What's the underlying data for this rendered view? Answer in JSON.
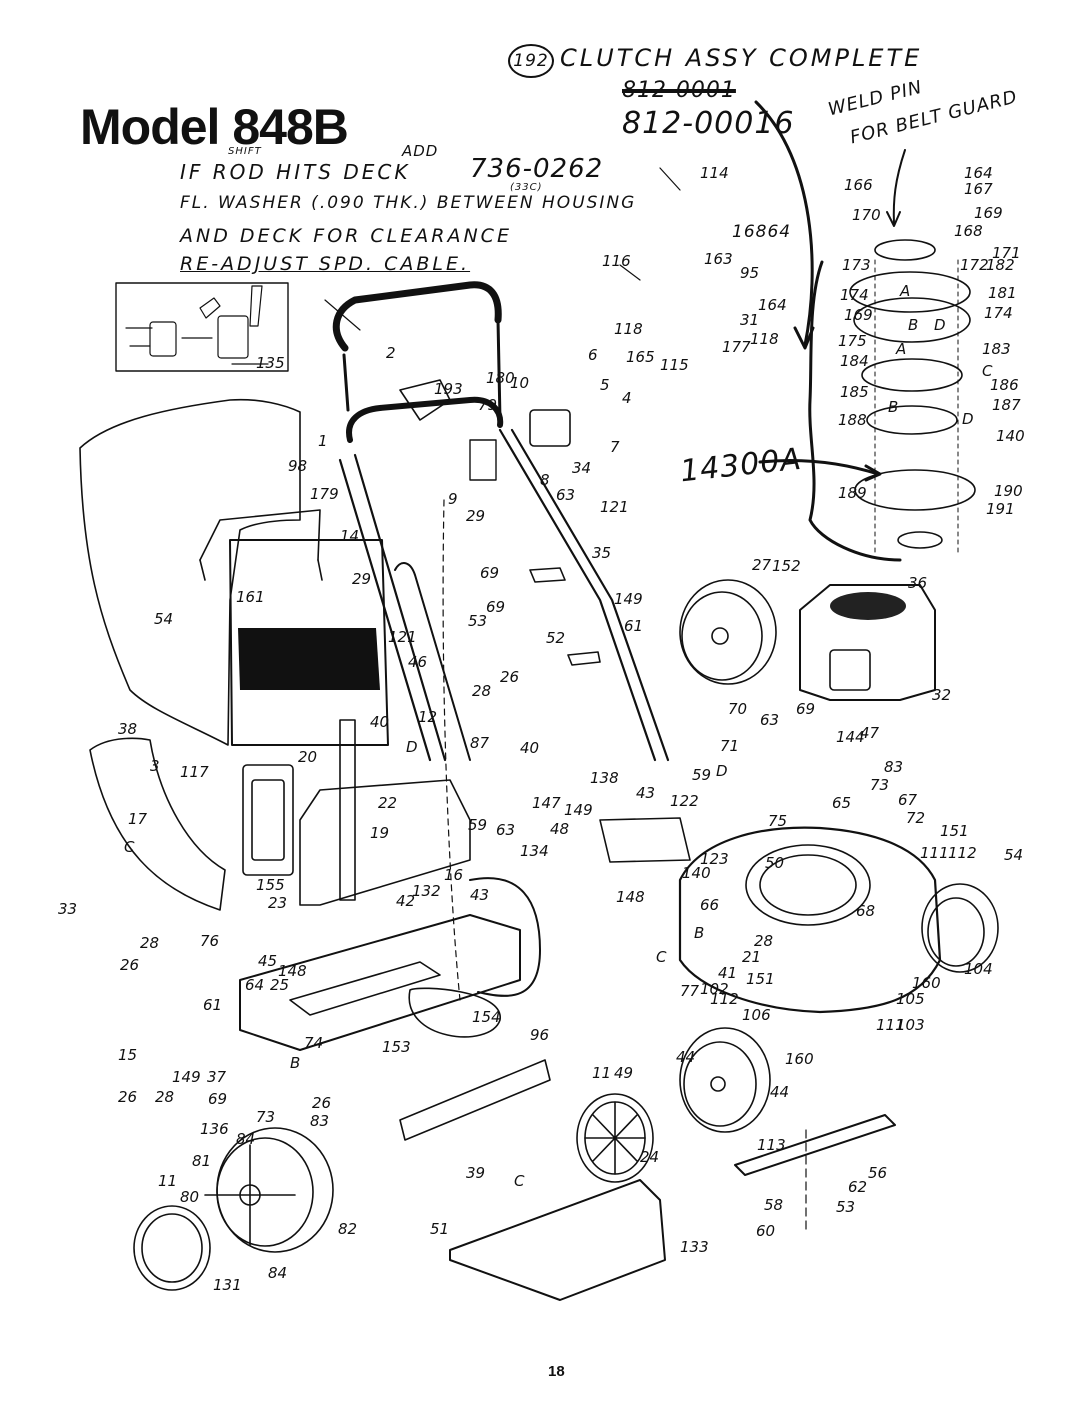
{
  "page": {
    "model_title": "Model 848B",
    "page_number": "18"
  },
  "notes": {
    "clutch_ref": "192",
    "clutch_title": "CLUTCH ASSY COMPLETE",
    "struck_part": "812-0001",
    "new_part": "812-00016",
    "weld_pin": "WELD PIN",
    "for_belt_guard": "FOR BELT GUARD",
    "shift": "SHIFT",
    "add": "ADD",
    "line1": "IF ROD HITS DECK",
    "line1_part": "736-0262",
    "line2": "FL. WASHER (.090 THK.) BETWEEN HOUSING",
    "line2_sup": "(33C)",
    "line3": "AND DECK FOR CLEARANCE",
    "line4": "RE-ADJUST SPD. CABLE.",
    "part_14300A": "14300A",
    "part_16864": "16864"
  },
  "part_labels": [
    {
      "id": "p1",
      "text": "1"
    },
    {
      "id": "p2",
      "text": "2"
    },
    {
      "id": "p3",
      "text": "3"
    },
    {
      "id": "p4",
      "text": "4"
    },
    {
      "id": "p5",
      "text": "5"
    },
    {
      "id": "p6",
      "text": "6"
    },
    {
      "id": "p7",
      "text": "7"
    },
    {
      "id": "p8",
      "text": "8"
    },
    {
      "id": "p9",
      "text": "9"
    },
    {
      "id": "p10",
      "text": "10"
    },
    {
      "id": "p11a",
      "text": "11"
    },
    {
      "id": "p11b",
      "text": "11"
    },
    {
      "id": "p12",
      "text": "12"
    },
    {
      "id": "p14",
      "text": "14"
    },
    {
      "id": "p15",
      "text": "15"
    },
    {
      "id": "p16",
      "text": "16"
    },
    {
      "id": "p17",
      "text": "17"
    },
    {
      "id": "p19",
      "text": "19"
    },
    {
      "id": "p20",
      "text": "20"
    },
    {
      "id": "p21",
      "text": "21"
    },
    {
      "id": "p22",
      "text": "22"
    },
    {
      "id": "p23",
      "text": "23"
    },
    {
      "id": "p24",
      "text": "24"
    },
    {
      "id": "p25",
      "text": "25"
    },
    {
      "id": "p26a",
      "text": "26"
    },
    {
      "id": "p26b",
      "text": "26"
    },
    {
      "id": "p26c",
      "text": "26"
    },
    {
      "id": "p26d",
      "text": "26"
    },
    {
      "id": "p27",
      "text": "27"
    },
    {
      "id": "p28a",
      "text": "28"
    },
    {
      "id": "p28b",
      "text": "28"
    },
    {
      "id": "p28c",
      "text": "28"
    },
    {
      "id": "p28d",
      "text": "28"
    },
    {
      "id": "p29a",
      "text": "29"
    },
    {
      "id": "p29b",
      "text": "29"
    },
    {
      "id": "p31",
      "text": "31"
    },
    {
      "id": "p32",
      "text": "32"
    },
    {
      "id": "p33",
      "text": "33"
    },
    {
      "id": "p34",
      "text": "34"
    },
    {
      "id": "p35",
      "text": "35"
    },
    {
      "id": "p36",
      "text": "36"
    },
    {
      "id": "p37",
      "text": "37"
    },
    {
      "id": "p38",
      "text": "38"
    },
    {
      "id": "p39",
      "text": "39"
    },
    {
      "id": "p40a",
      "text": "40"
    },
    {
      "id": "p40b",
      "text": "40"
    },
    {
      "id": "p41",
      "text": "41"
    },
    {
      "id": "p42",
      "text": "42"
    },
    {
      "id": "p43a",
      "text": "43"
    },
    {
      "id": "p43b",
      "text": "43"
    },
    {
      "id": "p44a",
      "text": "44"
    },
    {
      "id": "p44b",
      "text": "44"
    },
    {
      "id": "p45",
      "text": "45"
    },
    {
      "id": "p46",
      "text": "46"
    },
    {
      "id": "p47",
      "text": "47"
    },
    {
      "id": "p48",
      "text": "48"
    },
    {
      "id": "p49",
      "text": "49"
    },
    {
      "id": "p50",
      "text": "50"
    },
    {
      "id": "p51",
      "text": "51"
    },
    {
      "id": "p52",
      "text": "52"
    },
    {
      "id": "p53a",
      "text": "53"
    },
    {
      "id": "p53b",
      "text": "53"
    },
    {
      "id": "p54a",
      "text": "54"
    },
    {
      "id": "p54b",
      "text": "54"
    },
    {
      "id": "p56",
      "text": "56"
    },
    {
      "id": "p58",
      "text": "58"
    },
    {
      "id": "p59a",
      "text": "59"
    },
    {
      "id": "p59b",
      "text": "59"
    },
    {
      "id": "p60",
      "text": "60"
    },
    {
      "id": "p61a",
      "text": "61"
    },
    {
      "id": "p61b",
      "text": "61"
    },
    {
      "id": "p62",
      "text": "62"
    },
    {
      "id": "p63a",
      "text": "63"
    },
    {
      "id": "p63b",
      "text": "63"
    },
    {
      "id": "p63c",
      "text": "63"
    },
    {
      "id": "p64",
      "text": "64"
    },
    {
      "id": "p65",
      "text": "65"
    },
    {
      "id": "p66",
      "text": "66"
    },
    {
      "id": "p67",
      "text": "67"
    },
    {
      "id": "p68",
      "text": "68"
    },
    {
      "id": "p69a",
      "text": "69"
    },
    {
      "id": "p69b",
      "text": "69"
    },
    {
      "id": "p69c",
      "text": "69"
    },
    {
      "id": "p69d",
      "text": "69"
    },
    {
      "id": "p70",
      "text": "70"
    },
    {
      "id": "p71",
      "text": "71"
    },
    {
      "id": "p72",
      "text": "72"
    },
    {
      "id": "p73a",
      "text": "73"
    },
    {
      "id": "p73b",
      "text": "73"
    },
    {
      "id": "p74",
      "text": "74"
    },
    {
      "id": "p75",
      "text": "75"
    },
    {
      "id": "p76",
      "text": "76"
    },
    {
      "id": "p77",
      "text": "77"
    },
    {
      "id": "p79",
      "text": "79"
    },
    {
      "id": "p80",
      "text": "80"
    },
    {
      "id": "p81",
      "text": "81"
    },
    {
      "id": "p82",
      "text": "82"
    },
    {
      "id": "p83a",
      "text": "83"
    },
    {
      "id": "p83b",
      "text": "83"
    },
    {
      "id": "p84a",
      "text": "84"
    },
    {
      "id": "p84b",
      "text": "84"
    },
    {
      "id": "p87",
      "text": "87"
    },
    {
      "id": "p95",
      "text": "95"
    },
    {
      "id": "p96",
      "text": "96"
    },
    {
      "id": "p98",
      "text": "98"
    },
    {
      "id": "p102",
      "text": "102"
    },
    {
      "id": "p103",
      "text": "103"
    },
    {
      "id": "p104",
      "text": "104"
    },
    {
      "id": "p105",
      "text": "105"
    },
    {
      "id": "p106",
      "text": "106"
    },
    {
      "id": "p111a",
      "text": "111"
    },
    {
      "id": "p111b",
      "text": "111"
    },
    {
      "id": "p112a",
      "text": "112"
    },
    {
      "id": "p112b",
      "text": "112"
    },
    {
      "id": "p113",
      "text": "113"
    },
    {
      "id": "p114",
      "text": "114"
    },
    {
      "id": "p115",
      "text": "115"
    },
    {
      "id": "p116",
      "text": "116"
    },
    {
      "id": "p117",
      "text": "117"
    },
    {
      "id": "p118a",
      "text": "118"
    },
    {
      "id": "p118b",
      "text": "118"
    },
    {
      "id": "p121a",
      "text": "121"
    },
    {
      "id": "p121b",
      "text": "121"
    },
    {
      "id": "p122",
      "text": "122"
    },
    {
      "id": "p123",
      "text": "123"
    },
    {
      "id": "p131",
      "text": "131"
    },
    {
      "id": "p132",
      "text": "132"
    },
    {
      "id": "p133",
      "text": "133"
    },
    {
      "id": "p134",
      "text": "134"
    },
    {
      "id": "p135",
      "text": "135"
    },
    {
      "id": "p136",
      "text": "136"
    },
    {
      "id": "p138",
      "text": "138"
    },
    {
      "id": "p140a",
      "text": "140"
    },
    {
      "id": "p140b",
      "text": "140"
    },
    {
      "id": "p144",
      "text": "144"
    },
    {
      "id": "p147",
      "text": "147"
    },
    {
      "id": "p148a",
      "text": "148"
    },
    {
      "id": "p148b",
      "text": "148"
    },
    {
      "id": "p149a",
      "text": "149"
    },
    {
      "id": "p149b",
      "text": "149"
    },
    {
      "id": "p149c",
      "text": "149"
    },
    {
      "id": "p151a",
      "text": "151"
    },
    {
      "id": "p151b",
      "text": "151"
    },
    {
      "id": "p152",
      "text": "152"
    },
    {
      "id": "p153",
      "text": "153"
    },
    {
      "id": "p154",
      "text": "154"
    },
    {
      "id": "p155",
      "text": "155"
    },
    {
      "id": "p160a",
      "text": "160"
    },
    {
      "id": "p160b",
      "text": "160"
    },
    {
      "id": "p161",
      "text": "161"
    },
    {
      "id": "p163",
      "text": "163"
    },
    {
      "id": "p164a",
      "text": "164"
    },
    {
      "id": "p164b",
      "text": "164"
    },
    {
      "id": "p165",
      "text": "165"
    },
    {
      "id": "p166",
      "text": "166"
    },
    {
      "id": "p167",
      "text": "167"
    },
    {
      "id": "p168",
      "text": "168"
    },
    {
      "id": "p169a",
      "text": "169"
    },
    {
      "id": "p169b",
      "text": "169"
    },
    {
      "id": "p170",
      "text": "170"
    },
    {
      "id": "p171",
      "text": "171"
    },
    {
      "id": "p172",
      "text": "172"
    },
    {
      "id": "p173",
      "text": "173"
    },
    {
      "id": "p174a",
      "text": "174"
    },
    {
      "id": "p174b",
      "text": "174"
    },
    {
      "id": "p175",
      "text": "175"
    },
    {
      "id": "p177",
      "text": "177"
    },
    {
      "id": "p179",
      "text": "179"
    },
    {
      "id": "p180",
      "text": "180"
    },
    {
      "id": "p181",
      "text": "181"
    },
    {
      "id": "p182",
      "text": "182"
    },
    {
      "id": "p183",
      "text": "183"
    },
    {
      "id": "p184",
      "text": "184"
    },
    {
      "id": "p185",
      "text": "185"
    },
    {
      "id": "p186",
      "text": "186"
    },
    {
      "id": "p187",
      "text": "187"
    },
    {
      "id": "p188",
      "text": "188"
    },
    {
      "id": "p189",
      "text": "189"
    },
    {
      "id": "p190",
      "text": "190"
    },
    {
      "id": "p191",
      "text": "191"
    },
    {
      "id": "p193",
      "text": "193"
    },
    {
      "id": "lA1",
      "text": "A"
    },
    {
      "id": "lA2",
      "text": "A"
    },
    {
      "id": "lB1",
      "text": "B"
    },
    {
      "id": "lB2",
      "text": "B"
    },
    {
      "id": "lB3",
      "text": "B"
    },
    {
      "id": "lB4",
      "text": "B"
    },
    {
      "id": "lC1",
      "text": "C"
    },
    {
      "id": "lC2",
      "text": "C"
    },
    {
      "id": "lC3",
      "text": "C"
    },
    {
      "id": "lC4",
      "text": "C"
    },
    {
      "id": "lD1",
      "text": "D"
    },
    {
      "id": "lD2",
      "text": "D"
    },
    {
      "id": "lD3",
      "text": "D"
    },
    {
      "id": "lD4",
      "text": "D"
    }
  ]
}
